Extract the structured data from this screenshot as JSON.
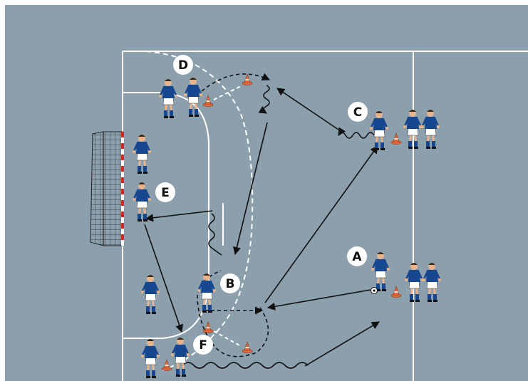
{
  "colors": {
    "court": "#8b9fad",
    "lines": "#ffffff",
    "arrow": "#111111",
    "jersey": "#17478f",
    "shorts": "#ffffff",
    "skin": "#e8b48e",
    "cone": "#e06a3c",
    "goal_post_red": "#d7261e",
    "label_bg": "#ffffff"
  },
  "labels": {
    "a": "A",
    "b": "B",
    "c": "C",
    "d": "D",
    "e": "E",
    "f": "F"
  }
}
